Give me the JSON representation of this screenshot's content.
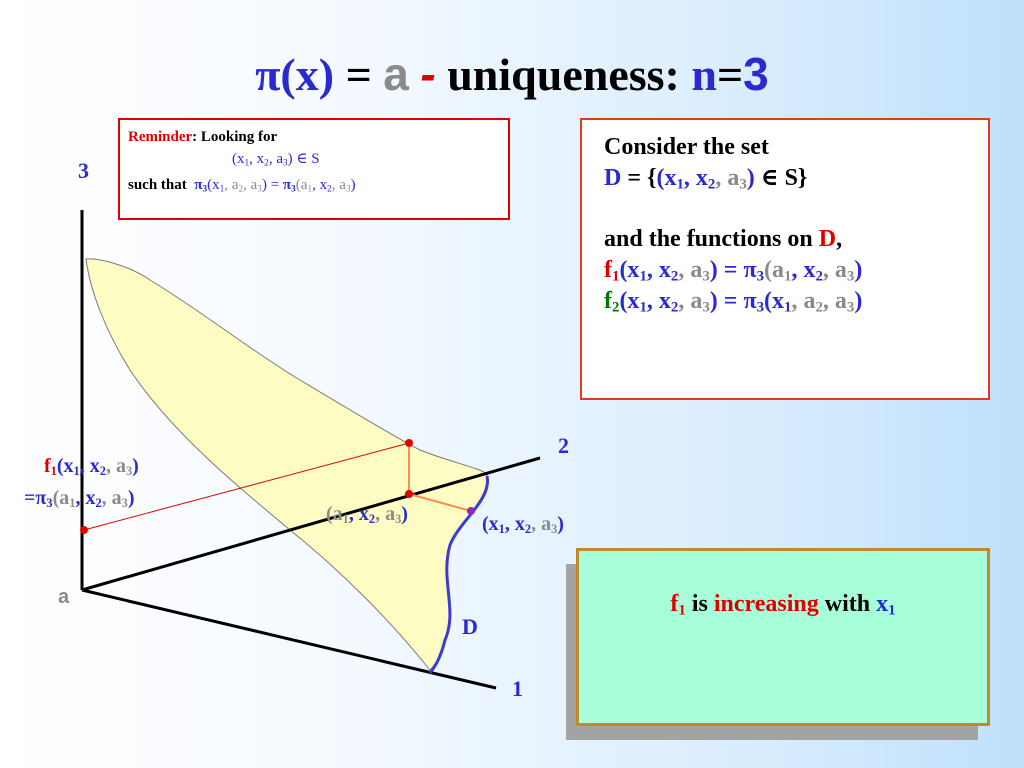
{
  "title": {
    "pi": "π",
    "x_paren": "(x)",
    "eq": "=",
    "a": "a",
    "dash": "-",
    "uniqueness": "uniqueness:",
    "n": "n",
    "eq2": "=",
    "three": "3"
  },
  "reminder": {
    "label": "Reminder",
    "looking_for": ": Looking for",
    "tuple": {
      "open": "(x",
      "s1": "1",
      "c1": ", x",
      "s2": "2",
      "c2": ", a",
      "s3": "3",
      "close": ")"
    },
    "in_s": "∈ S",
    "such_that": "such that",
    "lhs": {
      "pi": "π",
      "ps": "3",
      "open": "(x",
      "s1": "1",
      "c1": ", a",
      "s2": "2",
      "c2": ", a",
      "s3": "3",
      "close": ")"
    },
    "eq": "=",
    "rhs": {
      "pi": "π",
      "ps": "3",
      "open": "(a",
      "s1": "1",
      "c1": ", x",
      "s2": "2",
      "c2": ", a",
      "s3": "3",
      "close": ")"
    }
  },
  "consider": {
    "line1": "Consider the set",
    "set_name": "D",
    "set_eq": "= {",
    "tuple": {
      "open": "(x",
      "s1": "1",
      "c1": ", x",
      "s2": "2",
      "c2": ", a",
      "s3": "3",
      "close": ")"
    },
    "in_s": "∈ S",
    "set_close": "}",
    "line3_a": "and the functions on",
    "line3_d": "D",
    "line3_comma": ",",
    "f1": {
      "f": "f",
      "fs": "1",
      "open": "(x",
      "s1": "1",
      "c1": ", x",
      "s2": "2",
      "c2": ", a",
      "s3": "3",
      "close": ")",
      "eq": "=",
      "pi": "π",
      "ps": "3",
      "ropen": "(a",
      "r1": "1",
      "rc1": ", x",
      "r2": "2",
      "rc2": ", a",
      "r3": "3",
      "rclose": ")"
    },
    "f2": {
      "f": "f",
      "fs": "2",
      "open": "(x",
      "s1": "1",
      "c1": ", x",
      "s2": "2",
      "c2": ", a",
      "s3": "3",
      "close": ")",
      "eq": "=",
      "pi": "π",
      "ps": "3",
      "ropen": "(x",
      "r1": "1",
      "rc1": ", a",
      "r2": "2",
      "rc2": ", a",
      "r3": "3",
      "rclose": ")"
    }
  },
  "increasing_box": {
    "f": "f",
    "fs": "1",
    "is": "is",
    "increasing": "increasing",
    "with": "with",
    "x": "x",
    "xs": "1"
  },
  "diagram": {
    "axis_3": "3",
    "axis_2": "2",
    "axis_1": "1",
    "origin": "a",
    "region": "D",
    "f1_label": {
      "f": "f",
      "fs": "1",
      "open": "(x",
      "s1": "1",
      "c1": ", x",
      "s2": "2",
      "c2": ", a",
      "s3": "3",
      "close": ")"
    },
    "pi_label": {
      "eq": "=",
      "pi": "π",
      "ps": "3",
      "open": "(a",
      "s1": "1",
      "c1": ", x",
      "s2": "2",
      "c2": ", a",
      "s3": "3",
      "close": ")"
    },
    "point_a_label": {
      "open": "(a",
      "s1": "1",
      "c1": ", x",
      "s2": "2",
      "c2": ", a",
      "s3": "3",
      "close": ")"
    },
    "point_x_label": {
      "open": "(x",
      "s1": "1",
      "c1": ", x",
      "s2": "2",
      "c2": ", a",
      "s3": "3",
      "close": ")"
    }
  },
  "colors": {
    "blue": "#2a2ad0",
    "gray": "#8a8a8a",
    "red": "#e00000",
    "green": "#007700",
    "surface_fill": "#fdfcc2",
    "curve": "#3a3ad8",
    "connector": "#ff8a4a",
    "box_fill": "#a7ffd9",
    "box_border": "#c08a2a"
  }
}
